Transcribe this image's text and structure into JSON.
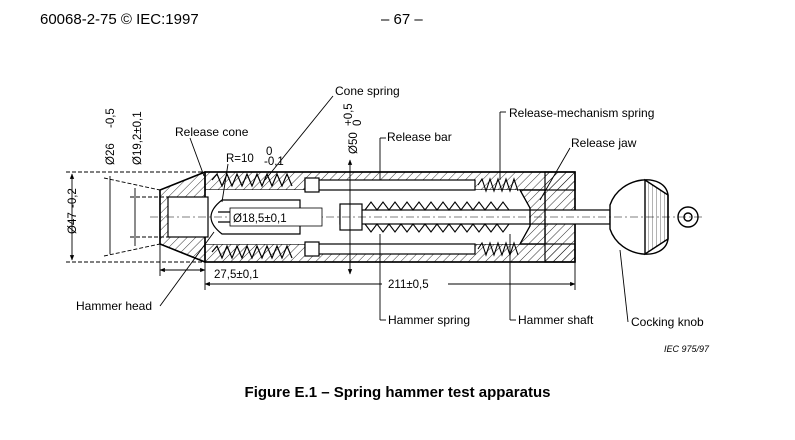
{
  "header": {
    "doc_id": "60068-2-75 © IEC:1997",
    "page": "– 67 –"
  },
  "labels": {
    "cone_spring": "Cone spring",
    "release_mechanism_spring": "Release-mechanism spring",
    "release_cone": "Release cone",
    "release_bar": "Release bar",
    "release_jaw": "Release jaw",
    "hammer_head": "Hammer head",
    "hammer_spring": "Hammer spring",
    "hammer_shaft": "Hammer shaft",
    "cocking_knob": "Cocking knob"
  },
  "dimensions": {
    "radius_main": "R=10",
    "radius_sup": "0",
    "radius_sub": "-0,1",
    "d26_main": "Ø26",
    "d26_tol": "-0,5",
    "d19": "Ø19,2±0,1",
    "d50_main": "Ø50",
    "d50_sup": "+0,5",
    "d50_sub": "0",
    "d47_main": "Ø47",
    "d47_tol": "-0,2",
    "d18": "Ø18,5±0,1",
    "len_27": "27,5±0,1",
    "len_211": "211±0,5"
  },
  "drawing_ref": "IEC   975/97",
  "caption": "Figure E.1 – Spring hammer test apparatus"
}
